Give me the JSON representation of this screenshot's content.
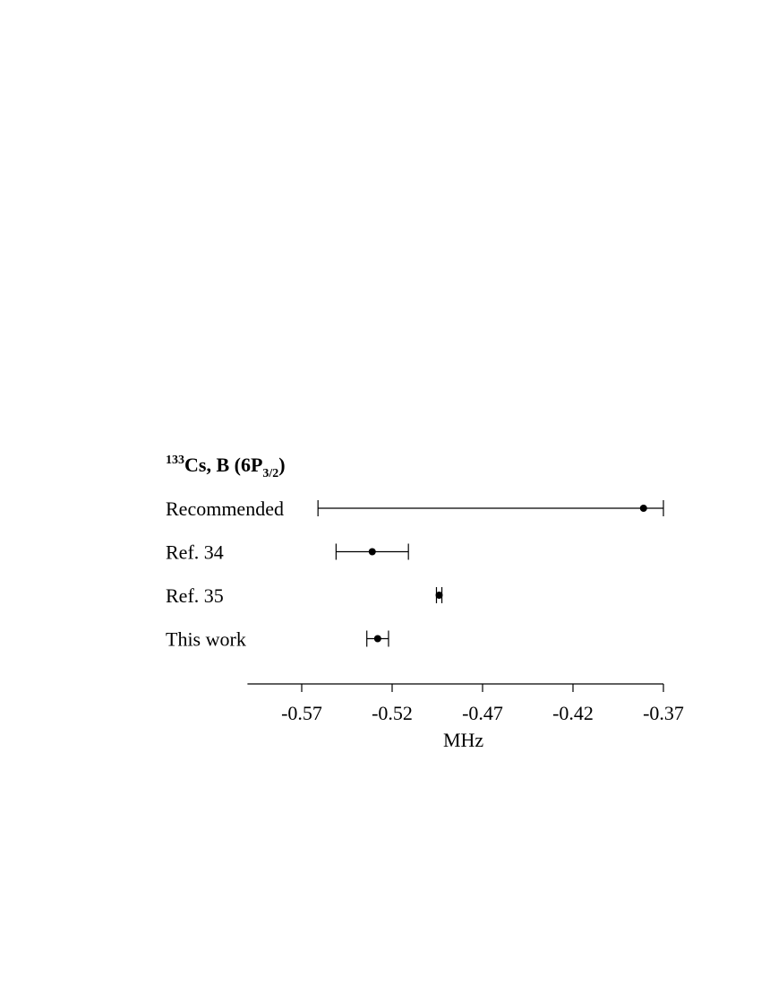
{
  "chart_data": {
    "type": "scatter",
    "subtype": "forest-plot-with-error-bars",
    "title": {
      "superscript": "133",
      "main": "Cs, B (6P",
      "subscript": "3/2",
      "close": ")"
    },
    "xlabel": "MHz",
    "xlim": [
      -0.6,
      -0.37
    ],
    "xticks": [
      -0.57,
      -0.52,
      -0.47,
      -0.42,
      -0.37
    ],
    "xtick_labels": [
      "-0.57",
      "-0.52",
      "-0.47",
      "-0.42",
      "-0.37"
    ],
    "grid": false,
    "rows": [
      {
        "label": "Recommended",
        "value": -0.381,
        "err_low": -0.561,
        "err_high": -0.37
      },
      {
        "label": "Ref. 34",
        "value": -0.531,
        "err_low": -0.551,
        "err_high": -0.511
      },
      {
        "label": "Ref. 35",
        "value": -0.494,
        "err_low": -0.4955,
        "err_high": -0.4925
      },
      {
        "label": "This work",
        "value": -0.528,
        "err_low": -0.534,
        "err_high": -0.522
      }
    ],
    "colors": {
      "marks": "#000000",
      "background": "#ffffff"
    }
  }
}
